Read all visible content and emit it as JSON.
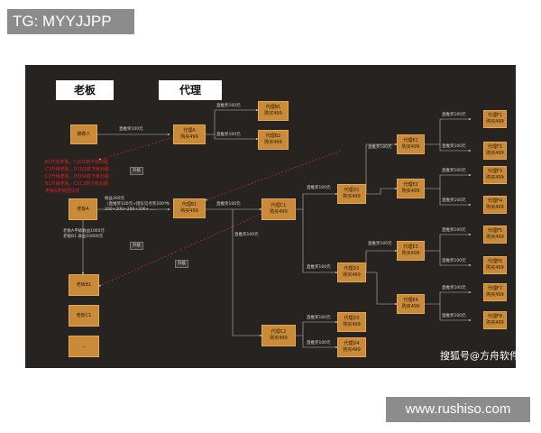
{
  "watermark_top": "TG: MYYJJPP",
  "watermark_bottom": "www.rushiso.com",
  "sohu_watermark": "搜狐号@方舟软件",
  "headers": {
    "boss": "老板",
    "agent": "代理"
  },
  "boxes": {
    "recommender_a": [
      "推荐人"
    ],
    "agent_a": [
      "代理A",
      "购买499"
    ],
    "agent_b1": [
      "代理B1",
      "购买499"
    ],
    "agent_b2": [
      "代理B2",
      "购买499"
    ],
    "boss_a": [
      "老板A"
    ],
    "agent_b1_mid": [
      "代理B1",
      "购买499"
    ],
    "agent_c1": [
      "代理C1",
      "购买499"
    ],
    "agent_c2": [
      "代理C2",
      "购买499"
    ],
    "agent_d1": [
      "代理D1",
      "购买499"
    ],
    "agent_d2": [
      "代理D2",
      "购买499"
    ],
    "agent_d3": [
      "代理D3",
      "购买499"
    ],
    "agent_d4": [
      "代理D4",
      "购买499"
    ],
    "agent_e1": [
      "代理E1",
      "购买499"
    ],
    "agent_e2": [
      "代理E2",
      "购买499"
    ],
    "agent_e3": [
      "代理E3",
      "购买499"
    ],
    "agent_e4": [
      "代理E4",
      "购买499"
    ],
    "agent_f1": [
      "代理F1",
      "购买499"
    ],
    "agent_f2": [
      "代理F2",
      "购买499"
    ],
    "agent_f3": [
      "代理F3",
      "购买499"
    ],
    "agent_f4": [
      "代理F4",
      "购买499"
    ],
    "agent_f5": [
      "代理F5",
      "购买499"
    ],
    "agent_f6": [
      "代理F6",
      "购买499"
    ],
    "agent_f7": [
      "代理F7",
      "购买499"
    ],
    "agent_f8": [
      "代理F8",
      "购买499"
    ],
    "boss_b1": [
      "老板B1"
    ],
    "boss_c1": [
      "老板C1"
    ],
    "boss_more": [
      "..."
    ]
  },
  "edge_label": "直推奖100元",
  "red_notes": [
    "E1升级老板，C1D1做下级对碰",
    "C1升级老板，D1D2做下级对碰",
    "C2升级老板，D3D4做下级对碰",
    "B1升级老板，C1C2做下级对碰",
    "老板A拿到团队奖"
  ],
  "boss_a_income": [
    "收益300元",
    "（直推奖100元+团队见点奖200*N",
    "200+200+200+200+......"
  ],
  "boss_a_summary": [
    "老板A平级收益1000元",
    "老板B1    收益10000元"
  ],
  "upgrade_tags": [
    "升级",
    "升级",
    "升级"
  ]
}
